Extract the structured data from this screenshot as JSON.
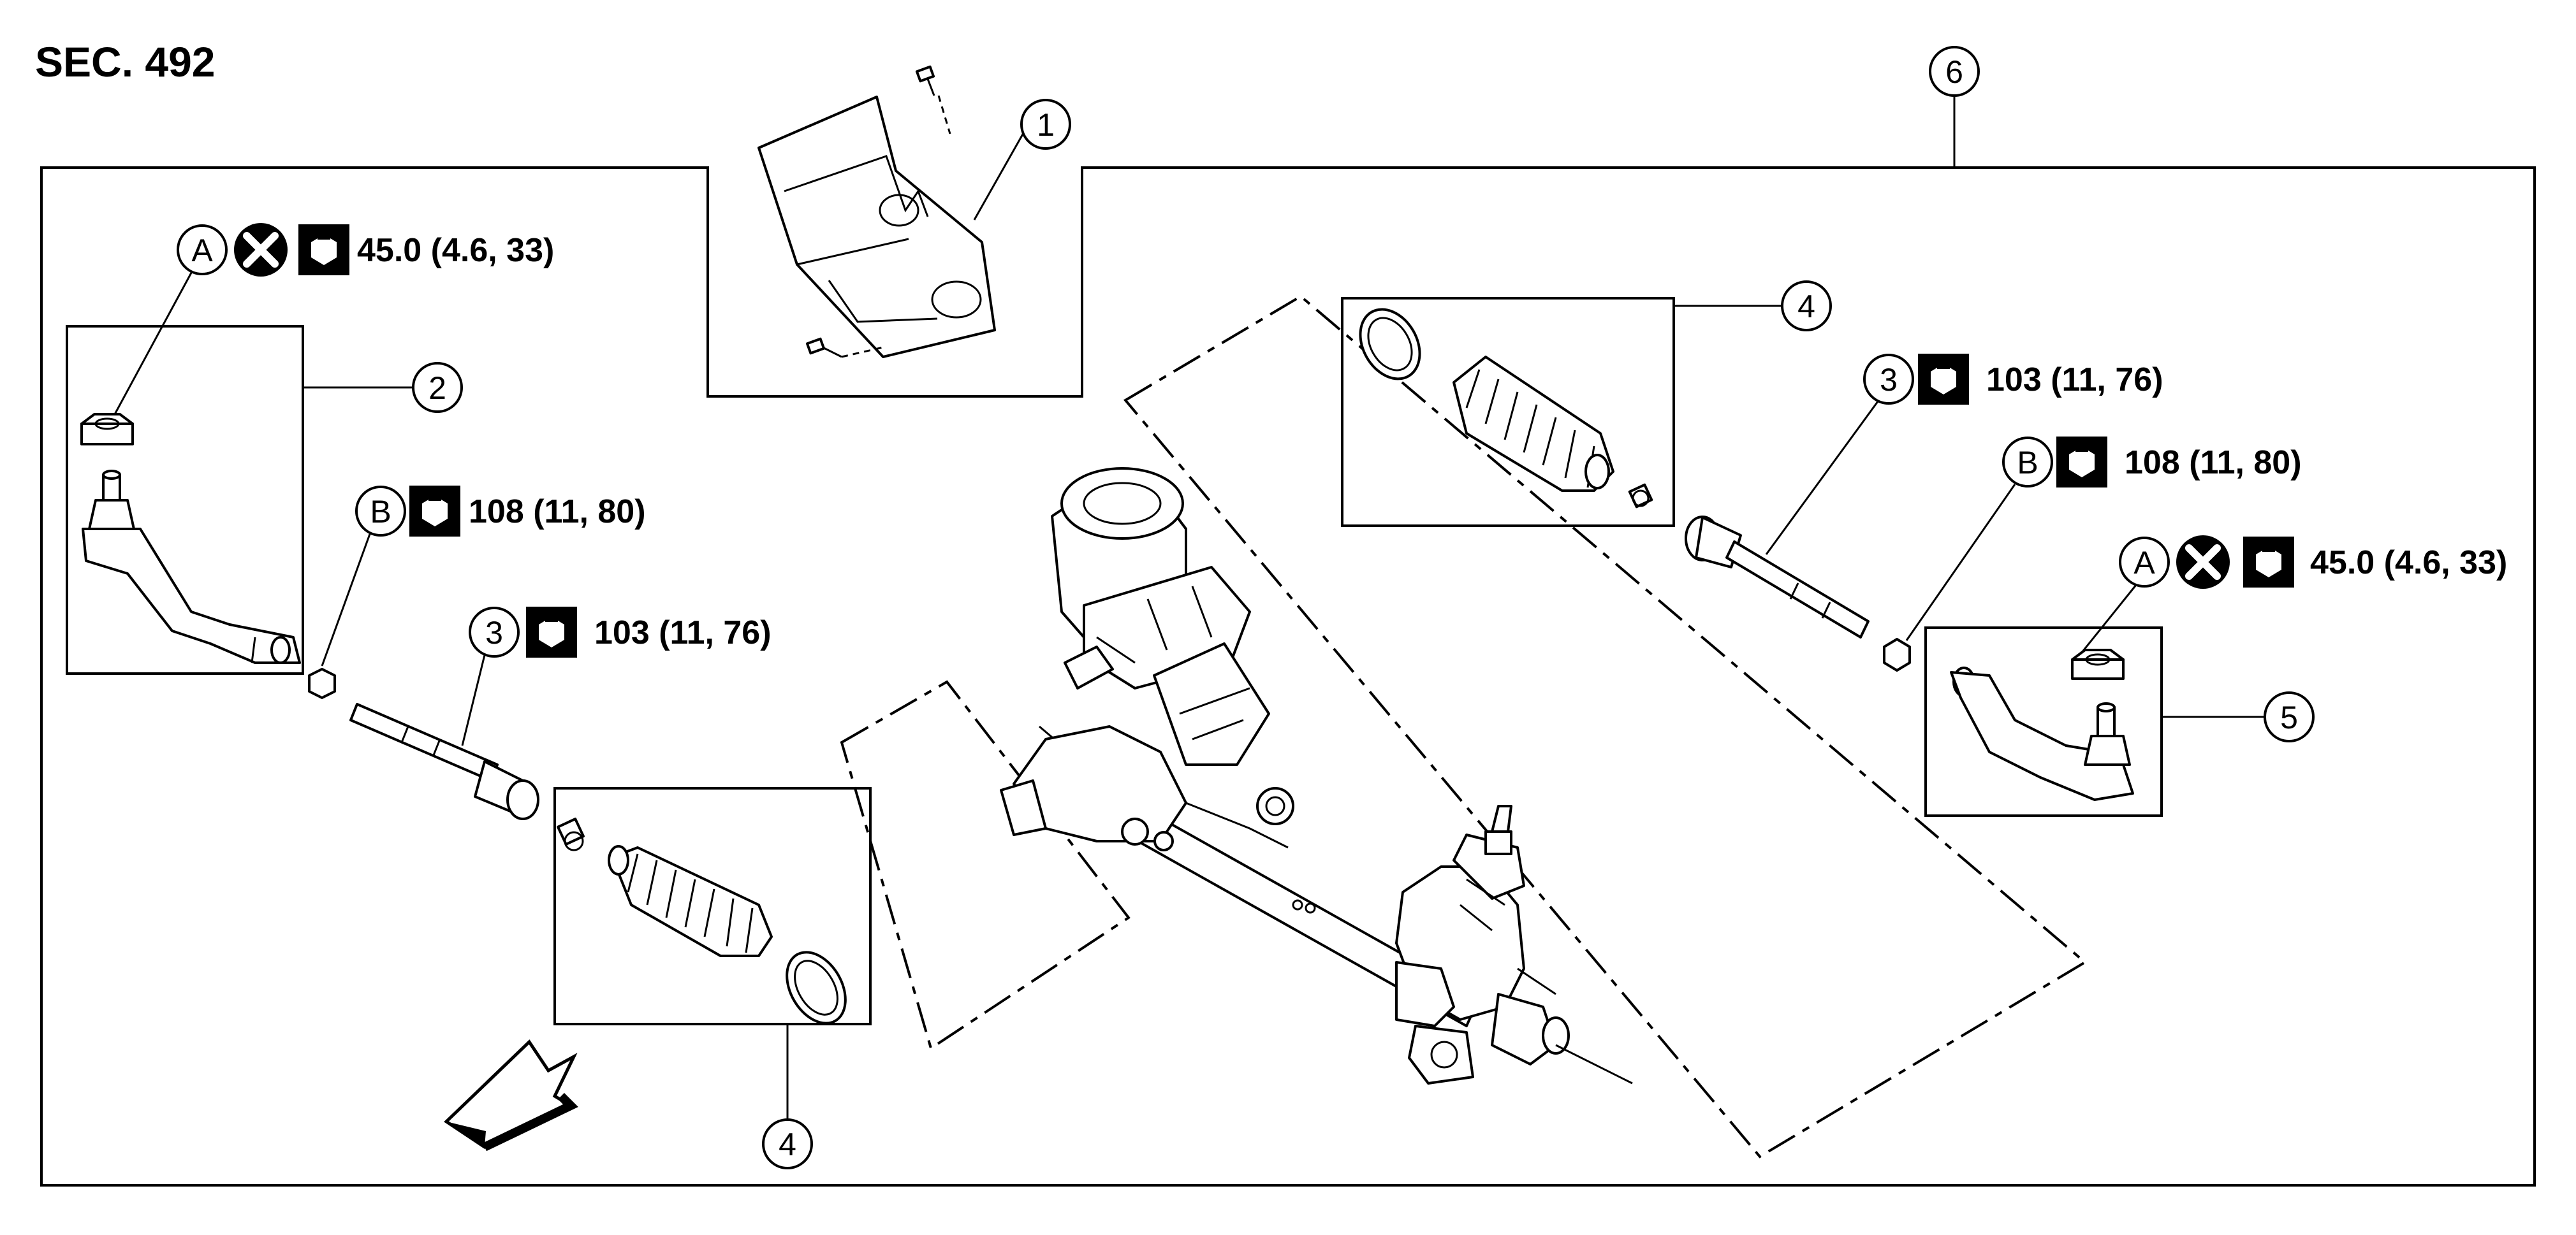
{
  "section_title": "SEC. 492",
  "callouts": {
    "c1": "1",
    "c2": "2",
    "c3_left": "3",
    "c3_right": "3",
    "c4_top": "4",
    "c4_bottom": "4",
    "c5": "5",
    "c6": "6"
  },
  "letters": {
    "a_left": "A",
    "a_right": "A",
    "b_left": "B",
    "b_right": "B"
  },
  "torques": {
    "a_left": "45.0 (4.6, 33)",
    "a_right": "45.0 (4.6, 33)",
    "b_left": "108 (11, 80)",
    "b_right": "108 (11, 80)",
    "inner_left": "103 (11, 76)",
    "inner_right": "103 (11, 76)"
  },
  "icons": {
    "torque": "wrench-nut-icon",
    "replace": "x-circle-icon",
    "front": "front-arrow-icon"
  }
}
